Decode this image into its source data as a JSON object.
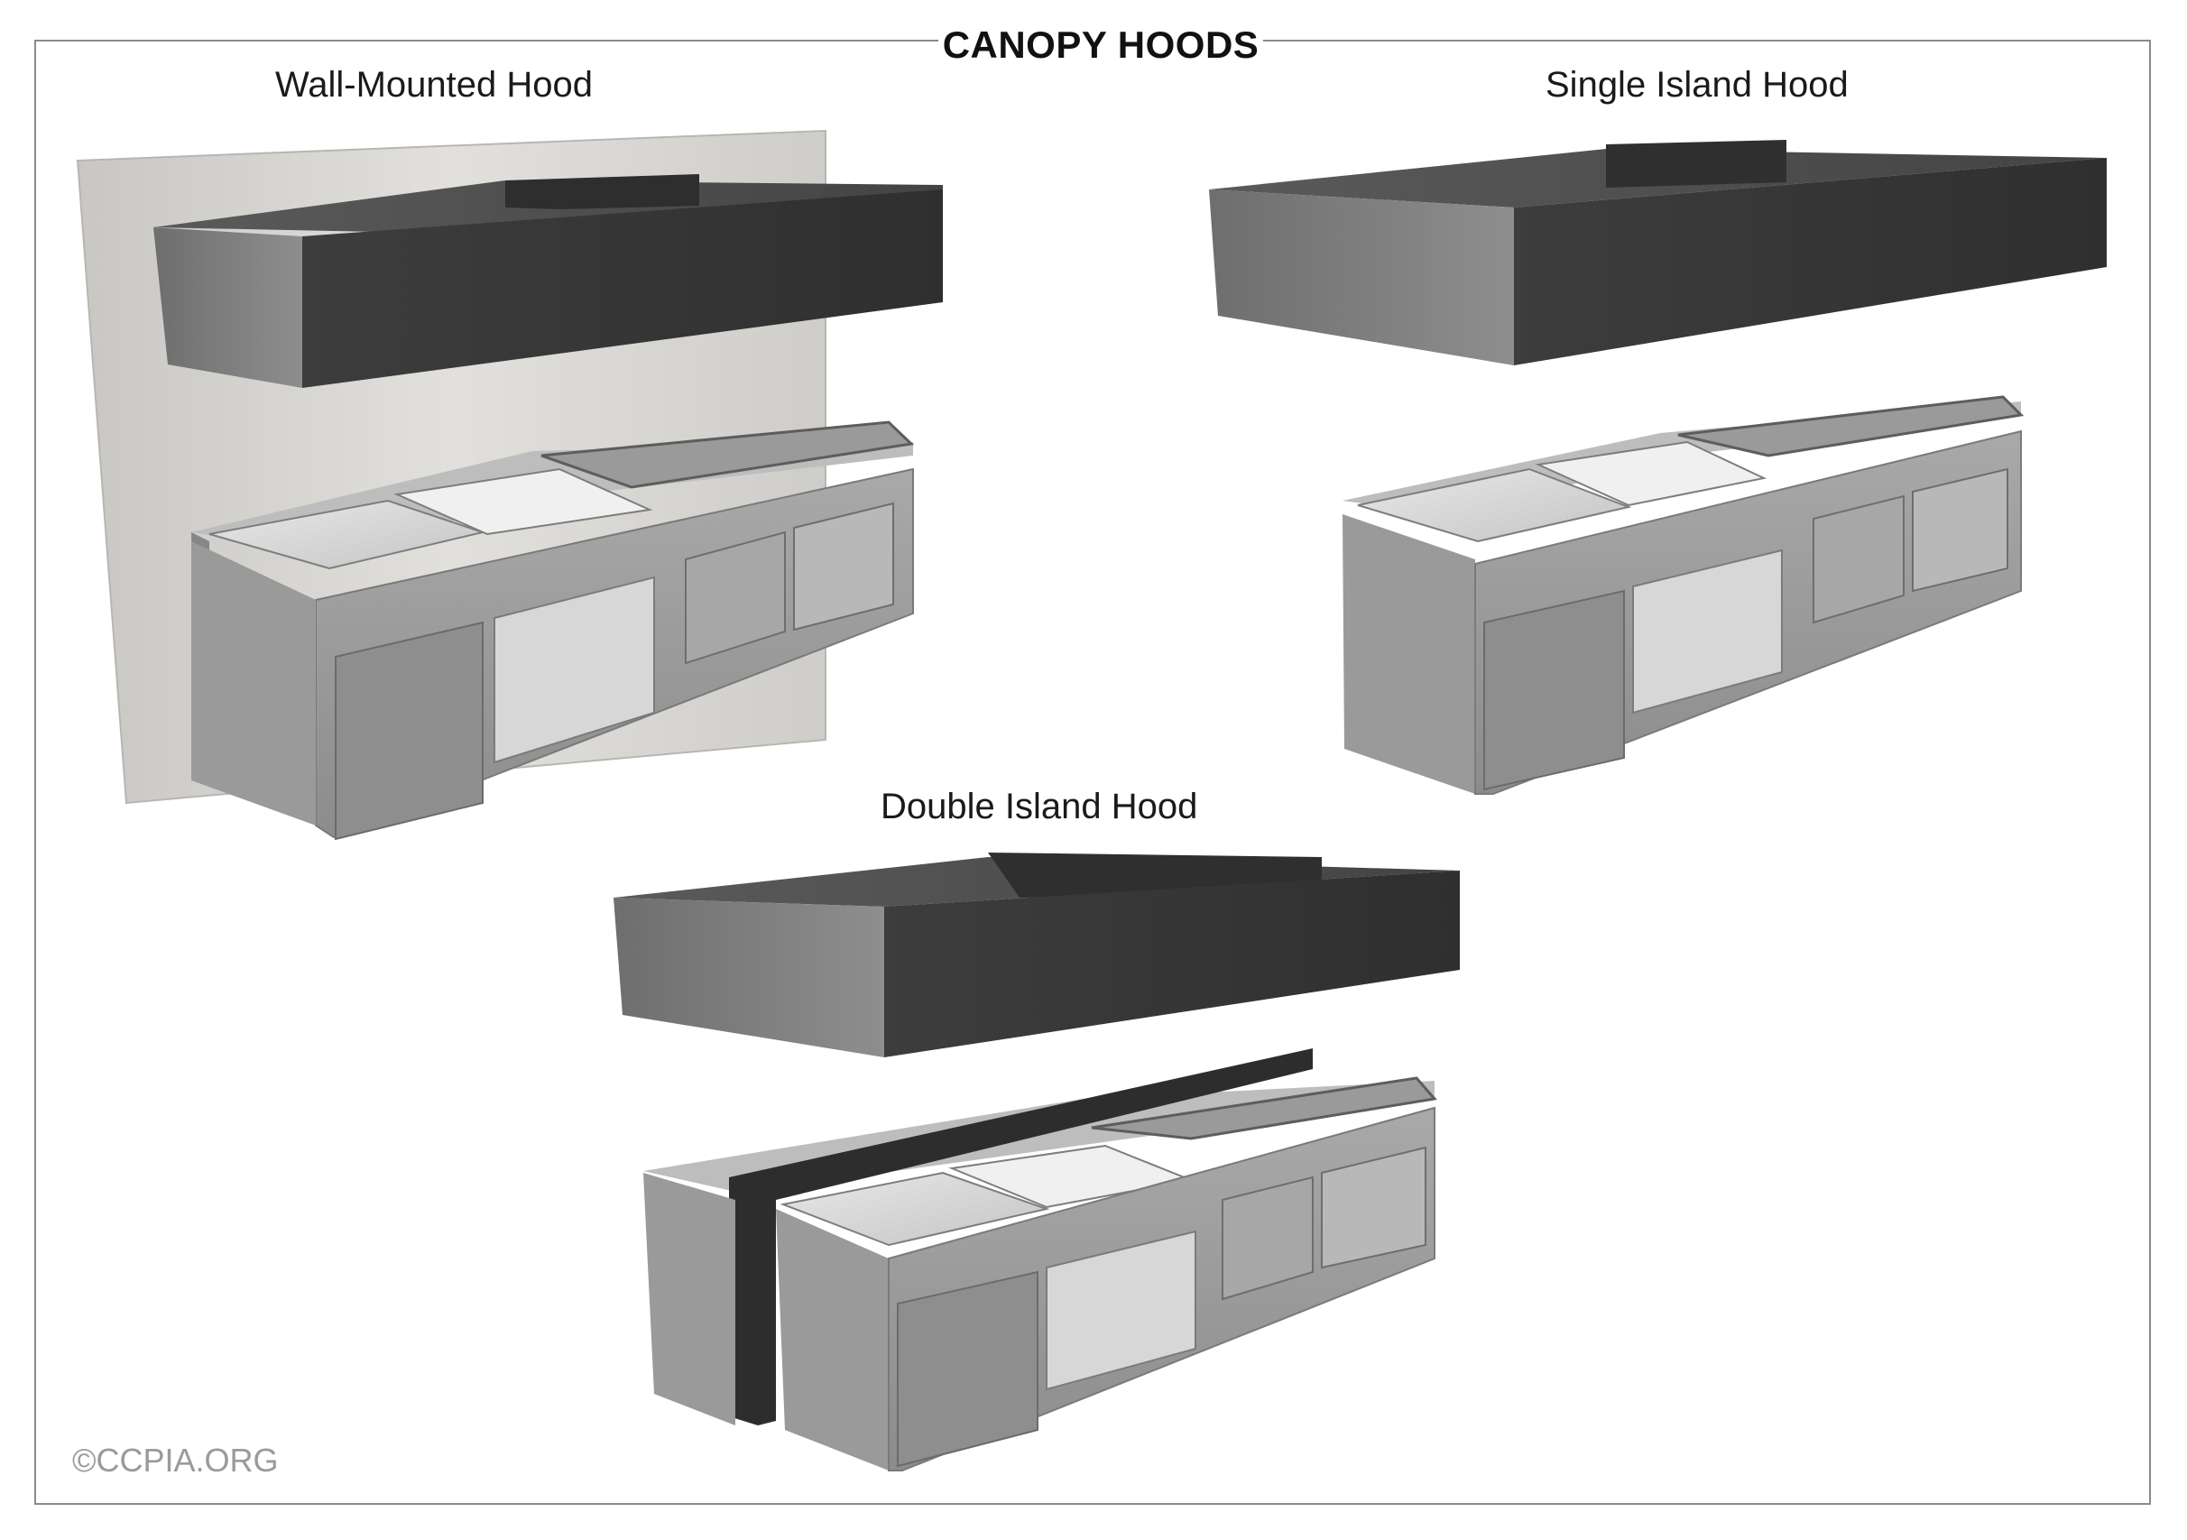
{
  "title": "CANOPY HOODS",
  "labels": {
    "wall": "Wall-Mounted Hood",
    "single": "Single Island Hood",
    "double": "Double Island Hood"
  },
  "copyright": "©CCPIA.ORG",
  "colors": {
    "hood_dark": "#3a3a3a",
    "hood_side": "#7c7c7c",
    "wall": "#d4d2ce",
    "steel": "#9e9e9e",
    "steel_light": "#c8c8c8",
    "frame": "#8a8a8a"
  }
}
